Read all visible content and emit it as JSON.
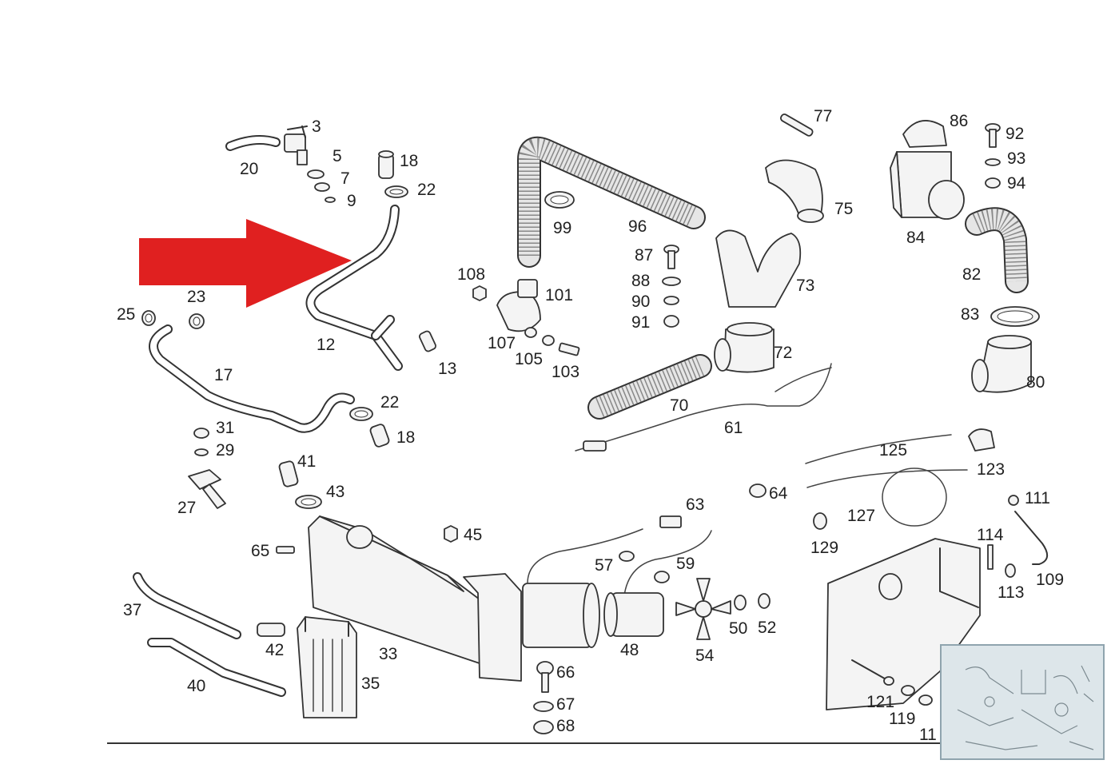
{
  "arrow_color": "#e02020",
  "callouts": [
    "3",
    "5",
    "7",
    "9",
    "20",
    "18",
    "22",
    "77",
    "86",
    "92",
    "93",
    "94",
    "99",
    "96",
    "75",
    "84",
    "82",
    "87",
    "88",
    "90",
    "91",
    "73",
    "108",
    "101",
    "107",
    "105",
    "103",
    "72",
    "83",
    "80",
    "25",
    "23",
    "12",
    "13",
    "17",
    "70",
    "61",
    "31",
    "29",
    "22",
    "18",
    "41",
    "43",
    "27",
    "125",
    "123",
    "64",
    "63",
    "111",
    "127",
    "114",
    "129",
    "109",
    "113",
    "65",
    "45",
    "57",
    "59",
    "37",
    "48",
    "50",
    "52",
    "54",
    "42",
    "33",
    "35",
    "66",
    "67",
    "68",
    "40",
    "121",
    "119",
    "11"
  ]
}
